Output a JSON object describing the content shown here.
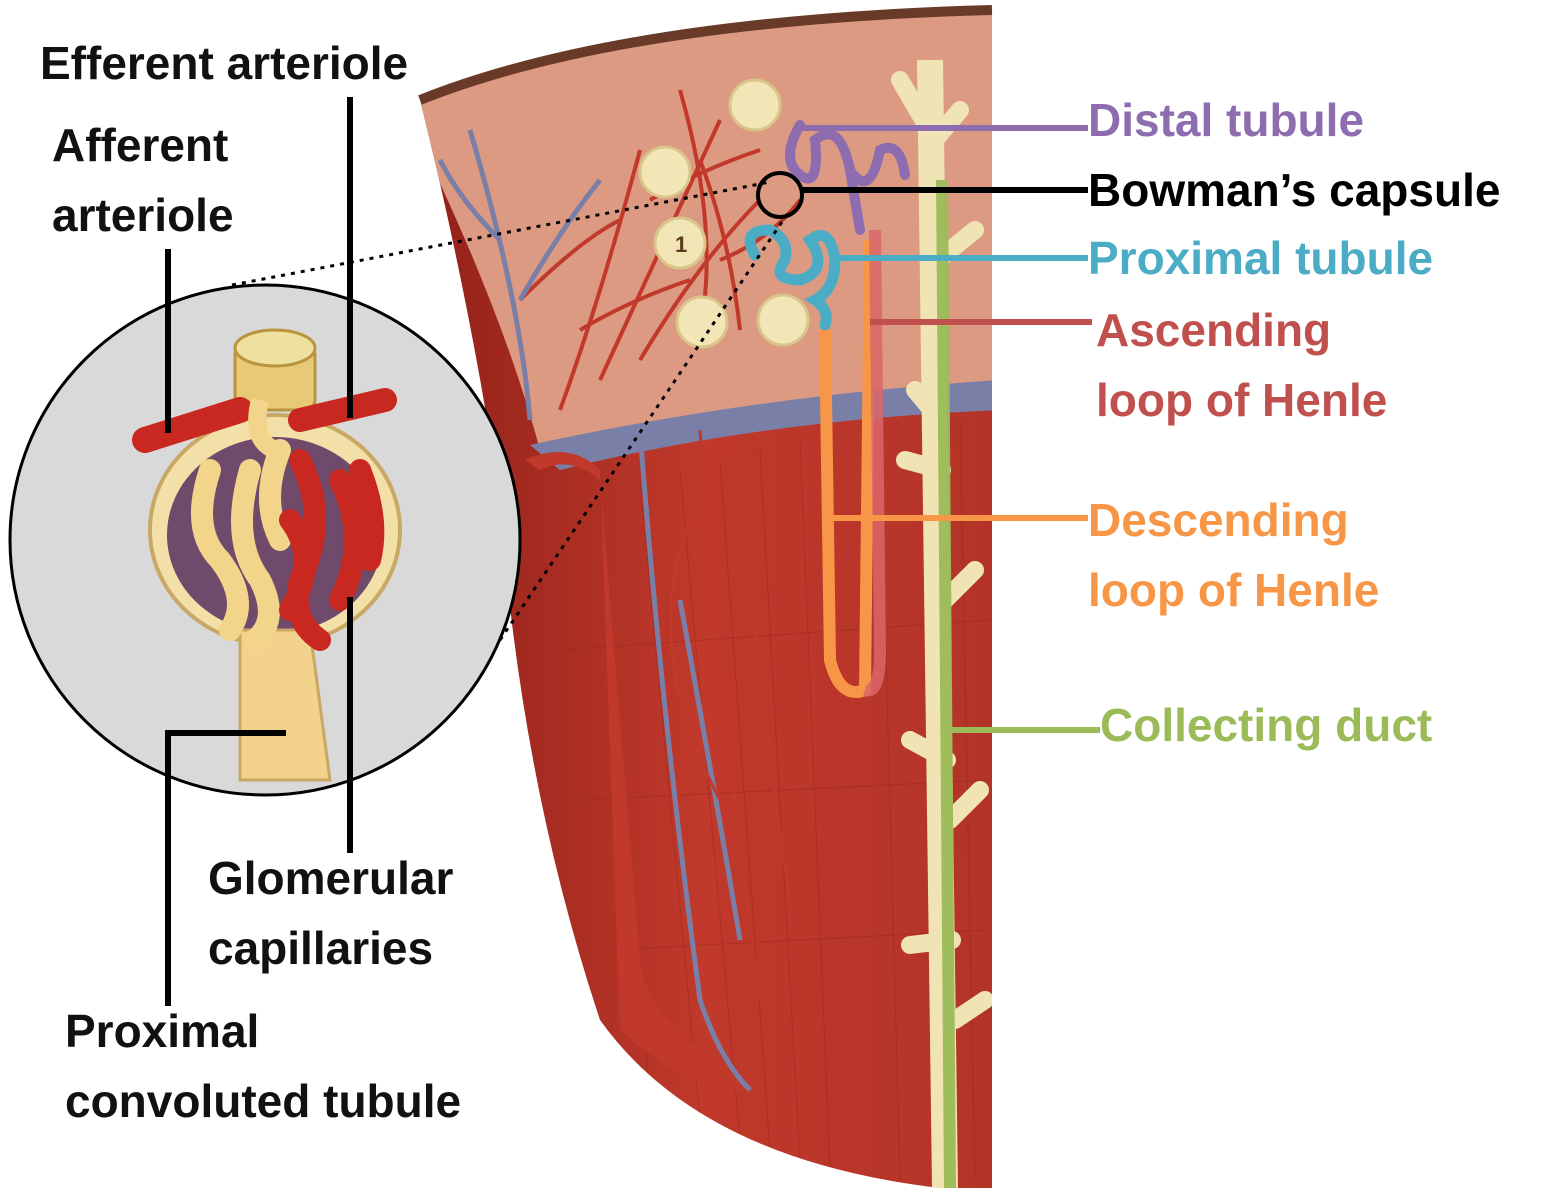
{
  "labels": {
    "efferent": "Efferent arteriole",
    "afferent": [
      "Afferent",
      "arteriole"
    ],
    "glomerular": [
      "Glomerular",
      "capillaries"
    ],
    "pct": [
      "Proximal",
      "convoluted tubule"
    ],
    "distal": "Distal tubule",
    "bowman": "Bowman’s capsule",
    "proximal": "Proximal tubule",
    "ascending": [
      "Ascending",
      "loop of Henle"
    ],
    "descending": [
      "Descending",
      "loop of Henle"
    ],
    "collecting": "Collecting duct"
  },
  "colors": {
    "distal": "#8e6cb0",
    "bowman": "#000000",
    "proximal": "#4bacc6",
    "ascending": "#c0504d",
    "descending": "#f79646",
    "collecting": "#9bbb59",
    "tissue_red": "#b8352c",
    "cortex": "#dd9a82",
    "vein": "#7a7fa8",
    "duct_cream": "#f1e4b4",
    "inset_bg": "#d9d9d9"
  }
}
